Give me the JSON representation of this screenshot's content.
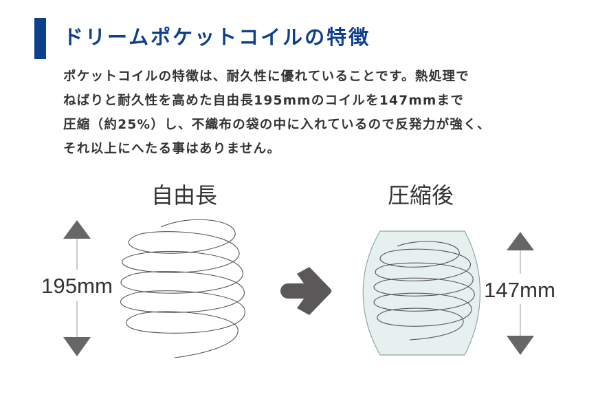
{
  "heading": {
    "title": "ドリームポケットコイルの特徴",
    "accent_color": "#0e3f8c"
  },
  "description": {
    "lines": [
      "ポケットコイルの特徴は、耐久性に優れていることです。熱処理で",
      "ねばりと耐久性を高めた自由長195mmのコイルを147mmまで",
      "圧縮（約25%）し、不織布の袋の中に入れているので反発力が強く、",
      "それ以上にへたる事はありません。"
    ]
  },
  "diagram": {
    "free": {
      "label": "自由長",
      "height_label": "195mm"
    },
    "compressed": {
      "label": "圧縮後",
      "height_label": "147mm",
      "pocket_fill": "#e6f0ee"
    },
    "arrow_color": "#5a5859",
    "dimension_arrow_color": "#666666",
    "coil_color": "#555555"
  }
}
